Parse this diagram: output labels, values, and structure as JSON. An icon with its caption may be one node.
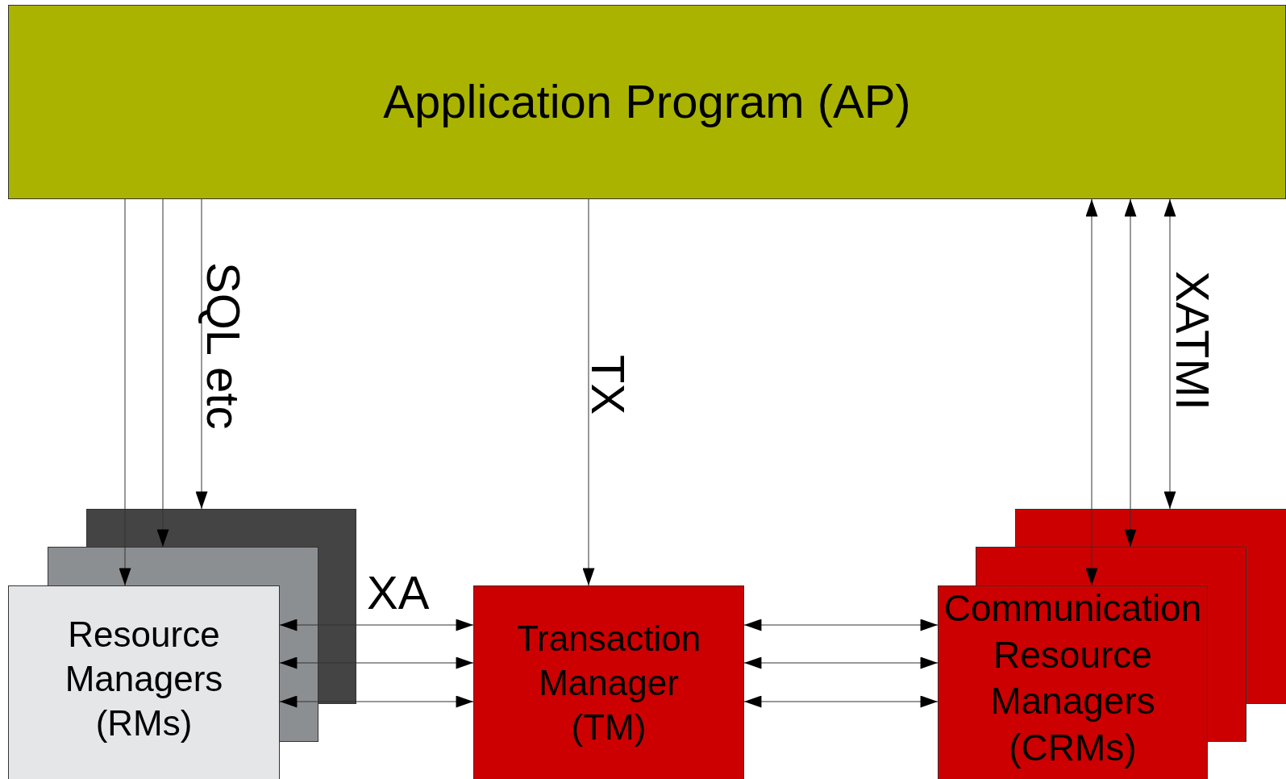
{
  "diagram": {
    "nodes": [
      {
        "text": [
          "Application Program (AP)"
        ]
      },
      {
        "text": [
          "Resource Managers (RMs)"
        ]
      },
      {
        "text": [
          "Transaction Manager (TM)"
        ]
      },
      {
        "text": [
          "Communication Resource Managers (CRMs)"
        ]
      }
    ],
    "edges": [
      {
        "from": 0,
        "to": 1,
        "arrow": "to"
      },
      {
        "from": 0,
        "to": 1,
        "arrow": "to"
      },
      {
        "from": 0,
        "to": 1,
        "arrow": "to",
        "label": "SQL etc"
      },
      {
        "from": 0,
        "to": 2,
        "arrow": "to",
        "label": "TX"
      },
      {
        "from": 0,
        "to": 3,
        "arrow": "both"
      },
      {
        "from": 0,
        "to": 3,
        "arrow": "both"
      },
      {
        "from": 0,
        "to": 3,
        "arrow": "both",
        "label": "XATMI"
      },
      {
        "from": 1,
        "to": 2,
        "arrow": "both",
        "label": "XA"
      },
      {
        "from": 1,
        "to": 2,
        "arrow": "both"
      },
      {
        "from": 1,
        "to": 2,
        "arrow": "both"
      },
      {
        "from": 2,
        "to": 3,
        "arrow": "both"
      },
      {
        "from": 2,
        "to": 3,
        "arrow": "both"
      },
      {
        "from": 2,
        "to": 3,
        "arrow": "both"
      }
    ]
  }
}
